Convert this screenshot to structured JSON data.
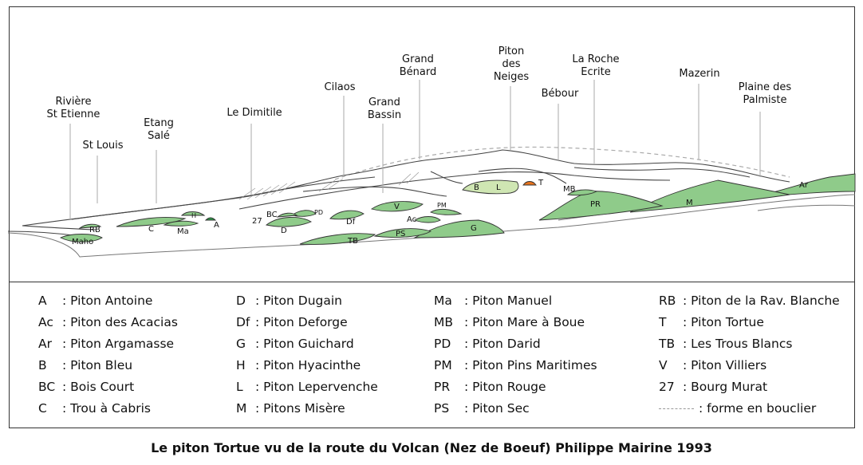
{
  "peaks": {
    "riviere": "Rivière\nSt Etienne",
    "stlouis": "St Louis",
    "etang": "Etang\nSalé",
    "dimitile": "Le Dimitile",
    "cilaos": "Cilaos",
    "grandbassin": "Grand\nBassin",
    "grandbenard": "Grand\nBénard",
    "pitonneiges": "Piton\ndes\nNeiges",
    "bebour": "Bébour",
    "laroche": "La Roche\nEcrite",
    "mazerin": "Mazerin",
    "plaine": "Plaine des\nPalmiste"
  },
  "map_labels": {
    "B": "B",
    "L": "L",
    "T": "T",
    "MB": "MB",
    "PR": "PR",
    "M": "M",
    "Ar": "Ar",
    "RB": "RB",
    "Maho": "Maho",
    "C": "C",
    "Ma": "Ma",
    "H": "H",
    "A": "A",
    "n27": "27",
    "BC": "BC",
    "PD": "PD",
    "D": "D",
    "Df": "Df",
    "V": "V",
    "PM": "PM",
    "Ac": "Ac",
    "TB": "TB",
    "PS": "PS",
    "G": "G"
  },
  "legend": {
    "col1": [
      {
        "code": "A",
        "name": ": Piton Antoine"
      },
      {
        "code": "Ac",
        "name": ": Piton des Acacias"
      },
      {
        "code": "Ar",
        "name": ": Piton Argamasse"
      },
      {
        "code": "B",
        "name": ": Piton Bleu"
      },
      {
        "code": "BC",
        "name": ": Bois Court"
      },
      {
        "code": "C",
        "name": ": Trou à Cabris"
      }
    ],
    "col2": [
      {
        "code": "D",
        "name": ": Piton Dugain"
      },
      {
        "code": "Df",
        "name": ": Piton Deforge"
      },
      {
        "code": "G",
        "name": ": Piton Guichard"
      },
      {
        "code": "H",
        "name": ": Piton Hyacinthe"
      },
      {
        "code": "L",
        "name": ": Piton Lepervenche"
      },
      {
        "code": "M",
        "name": ": Pitons Misère"
      }
    ],
    "col3": [
      {
        "code": "Ma",
        "name": ": Piton Manuel"
      },
      {
        "code": "MB",
        "name": ": Piton Mare à Boue"
      },
      {
        "code": "PD",
        "name": ": Piton Darid"
      },
      {
        "code": "PM",
        "name": ": Piton Pins Maritimes"
      },
      {
        "code": "PR",
        "name": ": Piton Rouge"
      },
      {
        "code": "PS",
        "name": ": Piton Sec"
      }
    ],
    "col4": [
      {
        "code": "RB",
        "name": ": Piton de la Rav. Blanche"
      },
      {
        "code": "T",
        "name": ": Piton Tortue"
      },
      {
        "code": "TB",
        "name": ": Les Trous Blancs"
      },
      {
        "code": "V",
        "name": ": Piton Villiers"
      },
      {
        "code": "27",
        "name": ": Bourg Murat"
      },
      {
        "code": "",
        "name": ": forme en bouclier"
      }
    ]
  },
  "caption": "Le piton Tortue  vu de la route du Volcan (Nez de Boeuf) Philippe Mairine 1993",
  "colors": {
    "green_dark": "#8fcb8a",
    "green_light": "#cfe6b3",
    "orange": "#e8731c"
  }
}
